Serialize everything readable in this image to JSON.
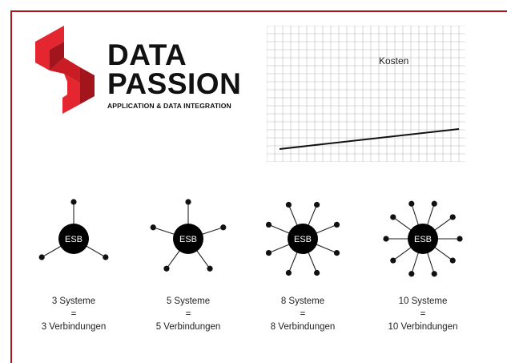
{
  "logo": {
    "line1": "DATA",
    "line2": "PASSION",
    "tagline": "APPLICATION & DATA INTEGRATION",
    "colors": {
      "red": "#e3262f",
      "dark_red": "#a3151c",
      "text": "#111111"
    }
  },
  "cost_chart": {
    "label": "Kosten",
    "colors": {
      "grid": "#b8b8b8",
      "line": "#111111"
    }
  },
  "hubs": [
    {
      "hub_label": "ESB",
      "systems": 3,
      "line1": "3 Systeme",
      "line2": "=",
      "line3": "3 Verbindungen"
    },
    {
      "hub_label": "ESB",
      "systems": 5,
      "line1": "5 Systeme",
      "line2": "=",
      "line3": "5 Verbindungen"
    },
    {
      "hub_label": "ESB",
      "systems": 8,
      "line1": "8 Systeme",
      "line2": "=",
      "line3": "8 Verbindungen"
    },
    {
      "hub_label": "ESB",
      "systems": 10,
      "line1": "10 Systeme",
      "line2": "=",
      "line3": "10 Verbindungen"
    }
  ],
  "accent_color": "#b3161d"
}
